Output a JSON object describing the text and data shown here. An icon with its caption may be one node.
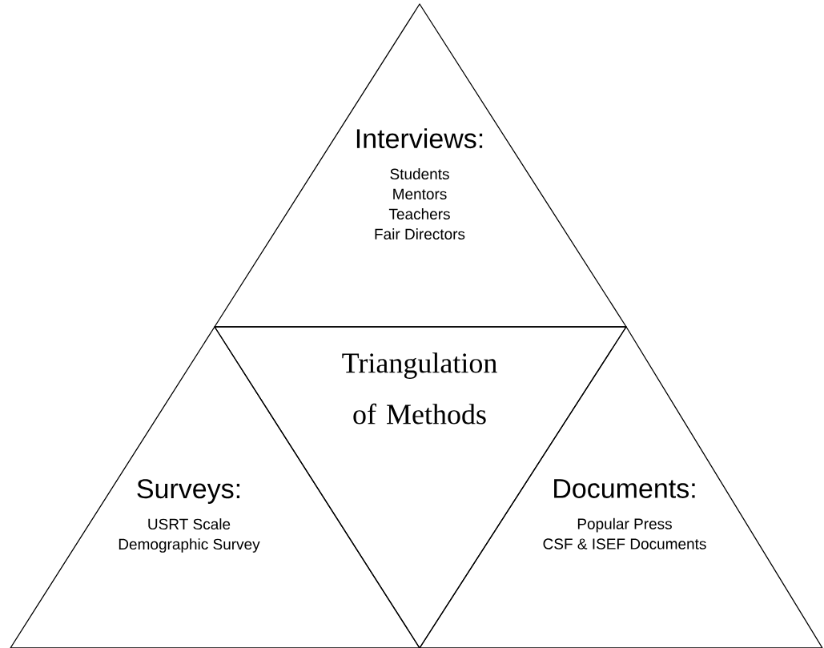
{
  "diagram": {
    "nodes": [
      {
        "text": [
          "Interviews:",
          "Students",
          "Mentors",
          "Teachers",
          "Fair Directors"
        ]
      },
      {
        "text": [
          "Surveys:",
          "USRT Scale",
          "Demographic Survey"
        ]
      },
      {
        "text": [
          "Triangulation of Methods"
        ]
      },
      {
        "text": [
          "Documents:",
          "Popular Press",
          "CSF & ISEF Documents"
        ]
      }
    ]
  }
}
